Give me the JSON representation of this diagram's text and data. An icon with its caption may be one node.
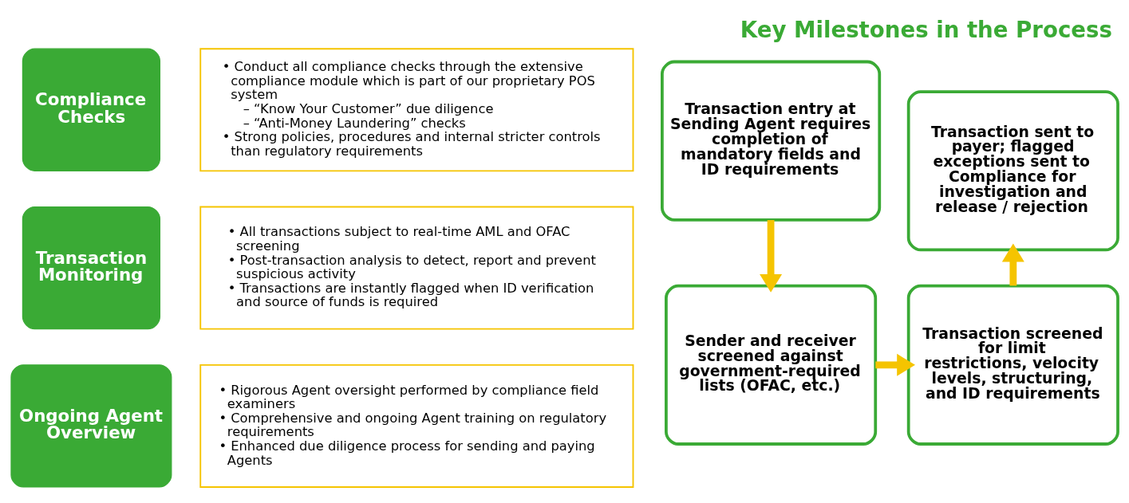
{
  "diagram": {
    "title": "Key Milestones in the Process",
    "nodes": [
      {
        "text": [
          "Compliance Checks"
        ]
      },
      {
        "text": [
          "• Conduct all compliance checks through the extensive compliance module which is part of our proprietary POS system",
          "– “Know Your Customer” due diligence",
          "– “Anti-Money Laundering” checks",
          "• Strong policies, procedures and internal stricter controls than regulatory requirements"
        ]
      },
      {
        "text": [
          "Transaction Monitoring"
        ]
      },
      {
        "text": [
          "• All transactions subject to real-time AML and OFAC screening",
          "• Post-transaction analysis to detect, report and prevent suspicious activity",
          "• Transactions are instantly flagged when ID verification and source of funds is required"
        ]
      },
      {
        "text": [
          "Ongoing Agent Overview"
        ]
      },
      {
        "text": [
          "• Rigorous Agent oversight performed by compliance field examiners",
          "• Comprehensive and ongoing Agent training on regulatory requirements",
          "• Enhanced due diligence process for sending and paying Agents"
        ]
      },
      {
        "text": [
          "Transaction entry at Sending Agent requires completion of mandatory fields and ID requirements"
        ]
      },
      {
        "text": [
          "Sender and receiver screened against government-required lists (OFAC, etc.)"
        ]
      },
      {
        "text": [
          "Transaction screened for limit restrictions, velocity levels, structuring, and ID requirements"
        ]
      },
      {
        "text": [
          "Transaction sent to payer; flagged exceptions sent to Compliance for investigation and release / rejection"
        ]
      }
    ],
    "edges": [
      {
        "from": 6,
        "to": 7,
        "arrow": "to"
      },
      {
        "from": 7,
        "to": 8,
        "arrow": "to"
      },
      {
        "from": 8,
        "to": 9,
        "arrow": "to"
      }
    ]
  }
}
